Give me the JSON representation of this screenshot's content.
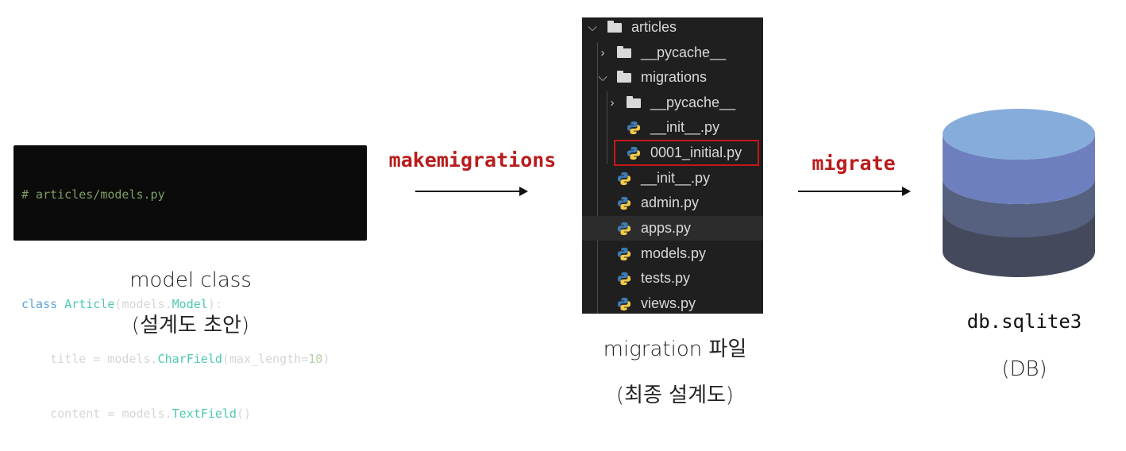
{
  "code": {
    "comment": "# articles/models.py",
    "line2": {
      "kw": "class",
      "name": "Article",
      "open": "(",
      "mod": "models",
      "dot": ".",
      "base": "Model",
      "close": "):"
    },
    "line3": {
      "indent": "    ",
      "field": "title",
      "eq": " = ",
      "mod": "models",
      "dot": ".",
      "type": "CharField",
      "open": "(",
      "arg": "max_length",
      "eq2": "=",
      "num": "10",
      "close": ")"
    },
    "line4": {
      "indent": "    ",
      "field": "content",
      "eq": " = ",
      "mod": "models",
      "dot": ".",
      "type": "TextField",
      "args": "()"
    }
  },
  "captions": {
    "model_line1": "model class",
    "model_line2": "(설계도 초안)",
    "migration_line1": "migration 파일",
    "migration_line2": "(최종 설계도)",
    "db_line1": "db.sqlite3",
    "db_line2": "(DB)"
  },
  "steps": {
    "step1": "makemigrations",
    "step2": "migrate"
  },
  "tree": {
    "items": [
      {
        "label": "articles",
        "kind": "folder",
        "open": true
      },
      {
        "label": "__pycache__",
        "kind": "folder",
        "open": false
      },
      {
        "label": "migrations",
        "kind": "folder",
        "open": true
      },
      {
        "label": "__pycache__",
        "kind": "folder",
        "open": false
      },
      {
        "label": "__init__.py",
        "kind": "python"
      },
      {
        "label": "0001_initial.py",
        "kind": "python"
      },
      {
        "label": "__init__.py",
        "kind": "python"
      },
      {
        "label": "admin.py",
        "kind": "python"
      },
      {
        "label": "apps.py",
        "kind": "python"
      },
      {
        "label": "models.py",
        "kind": "python"
      },
      {
        "label": "tests.py",
        "kind": "python"
      },
      {
        "label": "views.py",
        "kind": "python"
      }
    ]
  },
  "colors": {
    "step_label": "#b81c1c",
    "db_top": "#86acdc",
    "db_band1": "#6d7fbf",
    "db_band2": "#55617f",
    "db_band3": "#444a5c"
  }
}
